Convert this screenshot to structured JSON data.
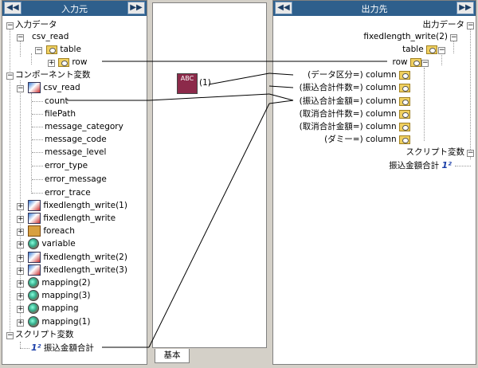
{
  "left": {
    "title": "入力元",
    "prev": "◀◀",
    "next": "▶▶",
    "input_data": "入力データ",
    "csv_read": "csv_read",
    "table": "table",
    "row": "row",
    "component_vars": "コンポーネント変数",
    "csv_read2": "csv_read",
    "vars": [
      "count",
      "filePath",
      "message_category",
      "message_code",
      "message_level",
      "error_type",
      "error_message",
      "error_trace"
    ],
    "components": [
      {
        "label": "fixedlength_write(1)",
        "icon": "component-icon"
      },
      {
        "label": "fixedlength_write",
        "icon": "component-icon"
      },
      {
        "label": "foreach",
        "icon": "foreach-icon"
      },
      {
        "label": "variable",
        "icon": "globe-icon"
      },
      {
        "label": "fixedlength_write(2)",
        "icon": "component-icon"
      },
      {
        "label": "fixedlength_write(3)",
        "icon": "component-icon"
      },
      {
        "label": "mapping(2)",
        "icon": "globe-icon"
      },
      {
        "label": "mapping(3)",
        "icon": "globe-icon"
      },
      {
        "label": "mapping",
        "icon": "globe-icon"
      },
      {
        "label": "mapping(1)",
        "icon": "globe-icon"
      }
    ],
    "script_vars": "スクリプト変数",
    "script_var_item": "振込金額合計"
  },
  "middle": {
    "tab": "基本",
    "func_label": "(1)",
    "func_icon_text": "ABC"
  },
  "right": {
    "title": "出力先",
    "prev": "◀◀",
    "next": "▶▶",
    "output_data": "出力データ",
    "fixedlength_write2": "fixedlength_write(2)",
    "table": "table",
    "row": "row",
    "columns": [
      "(データ区分=) column",
      "(振込合計件数=) column",
      "(振込合計金額=) column",
      "(取消合計件数=) column",
      "(取消合計金額=) column",
      "(ダミー=) column"
    ],
    "script_vars": "スクリプト変数",
    "script_var_item": "振込金額合計"
  }
}
